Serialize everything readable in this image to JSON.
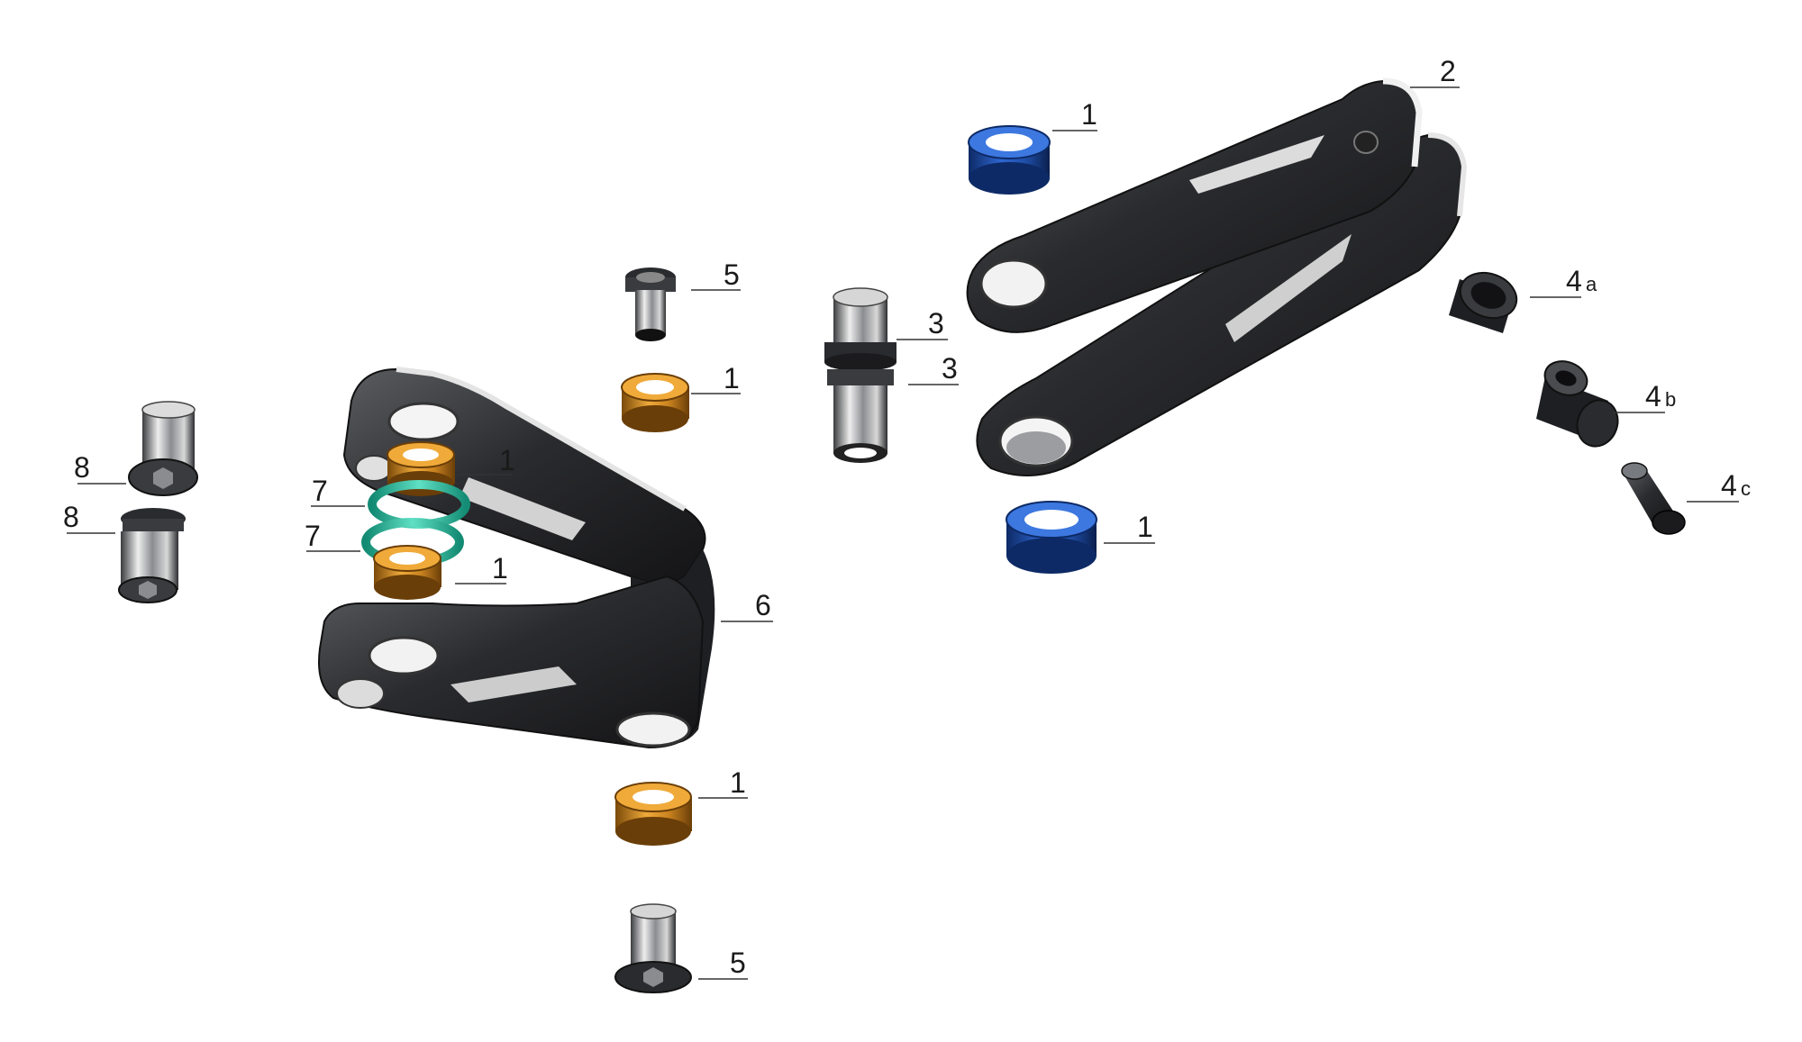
{
  "callouts": [
    {
      "id": "c1-top-blue",
      "label": "1"
    },
    {
      "id": "c2-link",
      "label": "2"
    },
    {
      "id": "c5-top",
      "label": "5"
    },
    {
      "id": "c1-orange-top",
      "label": "1"
    },
    {
      "id": "c3-upper",
      "label": "3"
    },
    {
      "id": "c3-lower",
      "label": "3"
    },
    {
      "id": "c4a",
      "label": "4",
      "sub": "a"
    },
    {
      "id": "c4b",
      "label": "4",
      "sub": "b"
    },
    {
      "id": "c4c",
      "label": "4",
      "sub": "c"
    },
    {
      "id": "c1-bottom-blue",
      "label": "1"
    },
    {
      "id": "c8-upper",
      "label": "8"
    },
    {
      "id": "c8-lower",
      "label": "8"
    },
    {
      "id": "c7-upper",
      "label": "7"
    },
    {
      "id": "c7-lower",
      "label": "7"
    },
    {
      "id": "c1-orange-stack-top",
      "label": "1"
    },
    {
      "id": "c1-orange-stack-bottom",
      "label": "1"
    },
    {
      "id": "c6-yoke",
      "label": "6"
    },
    {
      "id": "c1-orange-bottom",
      "label": "1"
    },
    {
      "id": "c5-bottom",
      "label": "5"
    }
  ],
  "colors": {
    "metal_dark": "#2a2b2e",
    "metal_light": "#c9cbcf",
    "blue_anodized": "#1f4fa8",
    "orange_anodized": "#c9821f",
    "teal_oring": "#2bb59b"
  }
}
